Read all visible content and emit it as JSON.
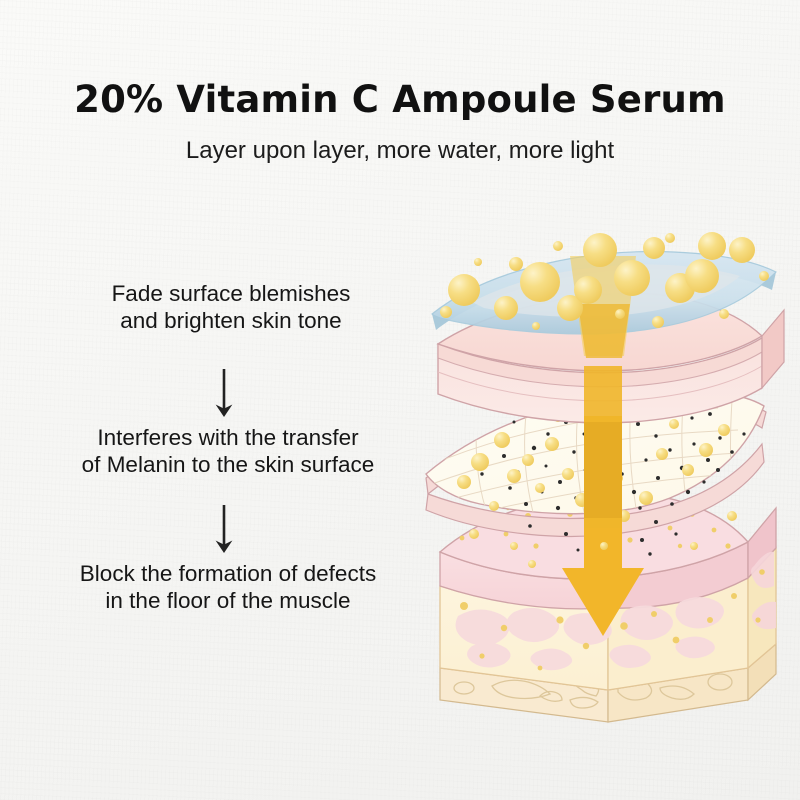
{
  "header": {
    "title": "20% Vitamin C Ampoule Serum",
    "subtitle": "Layer upon layer, more water, more light"
  },
  "benefits": [
    {
      "id": "fade-blemishes",
      "line1": "Fade surface blemishes",
      "line2": "and brighten skin tone"
    },
    {
      "id": "interfere-melanin",
      "line1": "Interferes with the transfer",
      "line2": "of Melanin to the skin surface"
    },
    {
      "id": "block-defects",
      "line1": "Block the formation of defects",
      "line2": "in the floor of the muscle"
    }
  ],
  "separators": [
    {
      "id": "arrow-1",
      "icon": "down-arrow-icon"
    },
    {
      "id": "arrow-2",
      "icon": "down-arrow-icon"
    }
  ],
  "illustration": {
    "name": "skin-layers-diagram",
    "layers": [
      {
        "id": "epidermis-surface",
        "label": "skin surface film",
        "color": "#cfe2ee"
      },
      {
        "id": "upper-dermis-slab",
        "label": "upper skin slab",
        "color": "#f9dfdb"
      },
      {
        "id": "melanin-sheet",
        "label": "melanin transfer sheet",
        "color": "#fdfbf2"
      },
      {
        "id": "muscle-block",
        "label": "dermis and muscle block",
        "color": "#f7dde0"
      }
    ],
    "serum": {
      "droplet_color": "#f5d871",
      "droplet_highlight": "#fbeeb4",
      "arrow_color": "#f2b62a",
      "arrow_translucent": "#f3cf5f"
    },
    "melanin_speck_color": "#2a2a2a",
    "outline_color": "#c9a0a4"
  },
  "background": {
    "color": "#f7f7f5"
  }
}
